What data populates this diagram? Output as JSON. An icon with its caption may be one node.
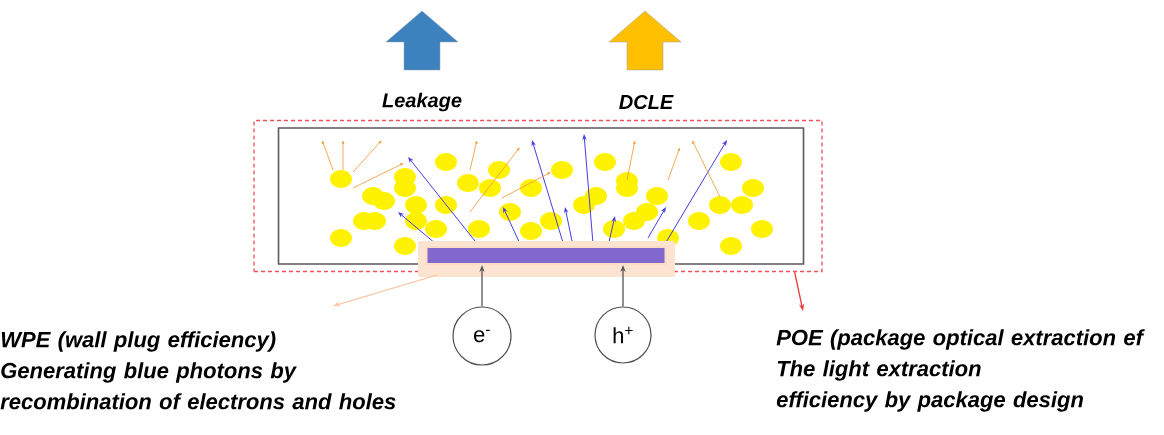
{
  "diagram": {
    "nodes": [
      {
        "text": [],
        "shape": "box"
      },
      {
        "text": [],
        "shape": "box",
        "in": 0
      },
      {
        "text": [],
        "shape": "bar",
        "in": 1
      },
      {
        "text": [
          "e$^{-}$"
        ]
      },
      {
        "text": [
          "h$^{+}$"
        ]
      },
      {
        "text": [
          "WPE (wall plug efficiency)",
          "Generating blue photons by recombination of electrons and holes"
        ]
      },
      {
        "text": [
          "POE (package optical extraction ef",
          "The light extraction efficiency by package design"
        ]
      }
    ],
    "edges": [
      {
        "from": 3,
        "to": 2,
        "arrow": "to",
        "color": "#555555"
      },
      {
        "from": 4,
        "to": 2,
        "arrow": "to",
        "color": "#555555"
      },
      {
        "from": 0,
        "to": 6,
        "arrow": "to",
        "color": "#e53935"
      },
      {
        "from": 2,
        "to": 5,
        "arrow": "to",
        "color": "#fbc9a6"
      }
    ],
    "labels": [
      "Leakage",
      "DCLE"
    ]
  }
}
